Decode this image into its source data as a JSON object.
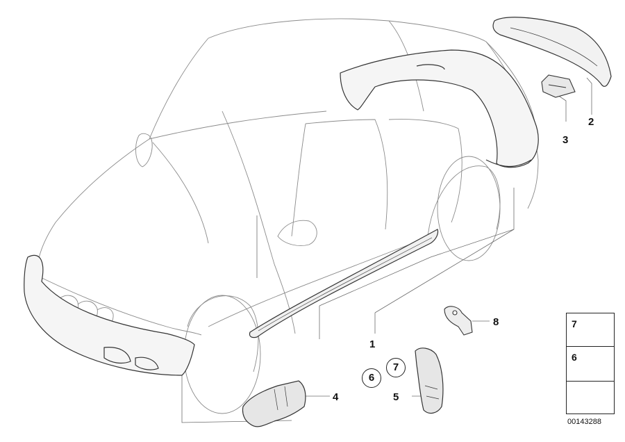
{
  "callouts": {
    "c1": "1",
    "c2": "2",
    "c3": "3",
    "c4": "4",
    "c5": "5",
    "c6_circled": "6",
    "c7_circled": "7",
    "c8": "8"
  },
  "legend": {
    "items": [
      {
        "number": "7",
        "icon": "washer-icon"
      },
      {
        "number": "6",
        "icon": "bolt-icon"
      }
    ],
    "arrow_icon": "direction-arrow-icon"
  },
  "reference_code": "00143288",
  "colors": {
    "line": "#6b6b6b",
    "part": "#333333"
  }
}
